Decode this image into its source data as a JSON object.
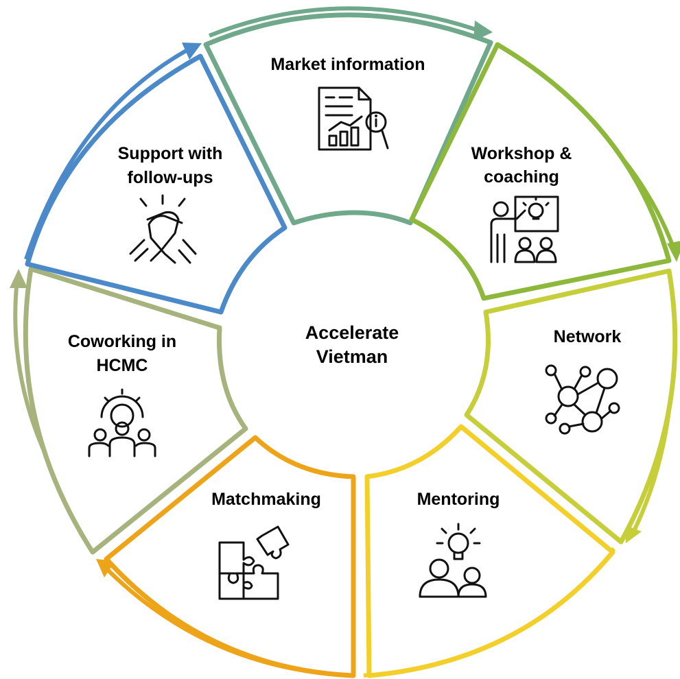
{
  "center": {
    "line1": "Accelerate",
    "line2": "Vietman"
  },
  "segments": [
    {
      "id": "market-information",
      "lines": [
        "Market information"
      ],
      "color": "#6fa88a",
      "icon": "market-report-icon"
    },
    {
      "id": "workshop-coaching",
      "lines": [
        "Workshop &",
        "coaching"
      ],
      "color": "#8db83c",
      "icon": "presentation-icon"
    },
    {
      "id": "network",
      "lines": [
        "Network"
      ],
      "color": "#c6cf3a",
      "icon": "network-icon"
    },
    {
      "id": "mentoring",
      "lines": [
        "Mentoring"
      ],
      "color": "#f3cf2a",
      "icon": "mentoring-icon"
    },
    {
      "id": "matchmaking",
      "lines": [
        "Matchmaking"
      ],
      "color": "#eea419",
      "icon": "puzzle-icon"
    },
    {
      "id": "coworking-hcmc",
      "lines": [
        "Coworking in",
        "HCMC"
      ],
      "color": "#a6b37c",
      "icon": "team-gear-icon"
    },
    {
      "id": "support-follow-ups",
      "lines": [
        "Support with",
        "follow-ups"
      ],
      "color": "#4b89c9",
      "icon": "handshake-icon"
    }
  ]
}
